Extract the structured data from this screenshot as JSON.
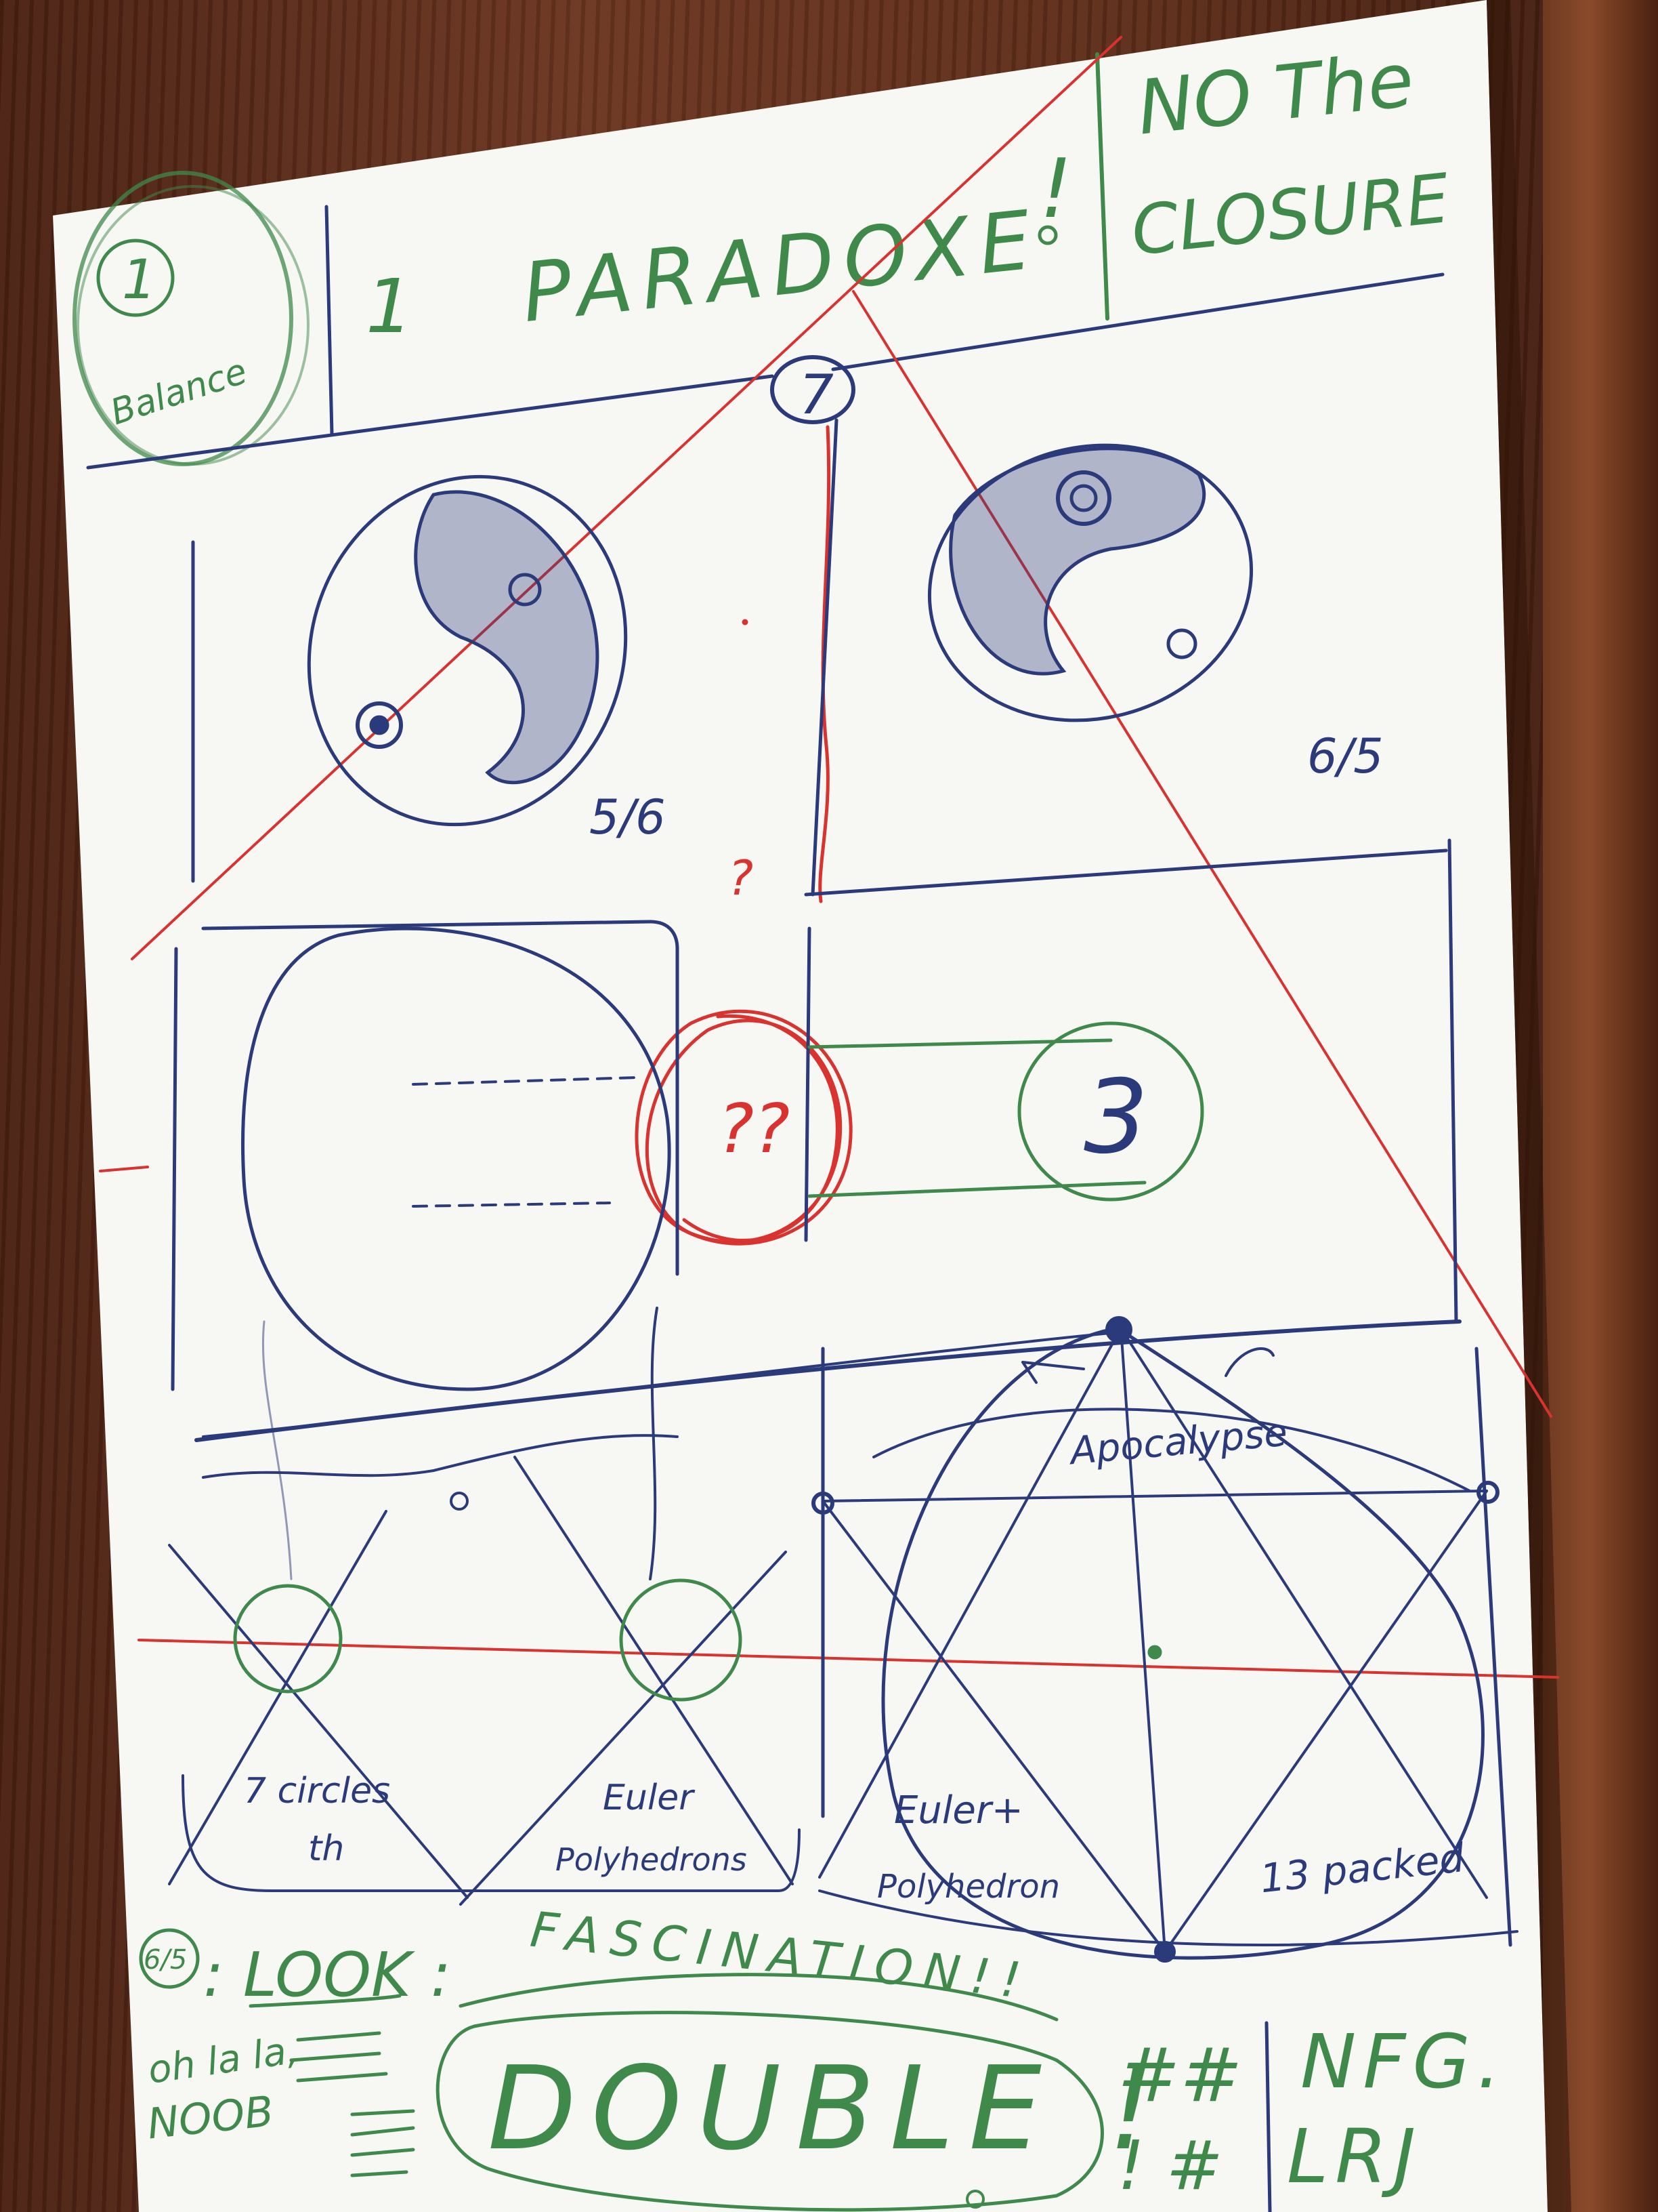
{
  "colors": {
    "ink_blue": "#2b3a7a",
    "ink_red": "#d8332f",
    "ink_green": "#3f8a4a",
    "paper": "#f7f7f4"
  },
  "header": {
    "badge_number": "1",
    "badge_word": "Balance",
    "count": "1",
    "title": "PARADOXE",
    "exclamation": "!",
    "side_note_line1": "NO The",
    "side_note_line2": "CLOSURE",
    "panel_number": "7"
  },
  "yin_yang_left": {
    "fraction": "5/6"
  },
  "yin_yang_right": {
    "fraction": "6/5"
  },
  "middle": {
    "question_mark": "?",
    "double_question": "??",
    "circled_number": "3"
  },
  "lower_left": {
    "small_circle": "0",
    "label_left_1": "7 circles",
    "label_left_2": "th",
    "label_right_1": "Euler",
    "label_right_2": "Polyhedrons"
  },
  "lower_right": {
    "top_label": "Apocalypse",
    "label_left_1": "Euler+",
    "label_left_2": "Polyhedron",
    "label_right": "13 packed"
  },
  "footer": {
    "badge": "6/5",
    "look": ": LOOK :",
    "fascination": "FASCINATION!!",
    "oh_la_la": "oh la la,",
    "noob": "NOOB",
    "double": "DOUBLE !",
    "hash_1": "##",
    "hash_2": "! #",
    "nfg": "NFG.",
    "lrj": "LRJ"
  }
}
